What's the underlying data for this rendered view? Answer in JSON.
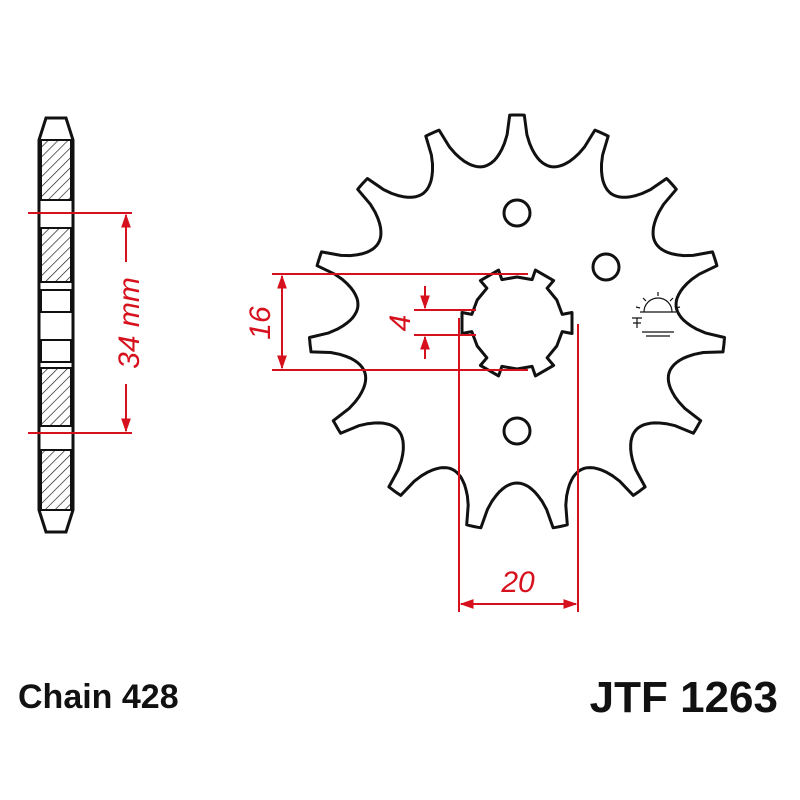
{
  "colors": {
    "outline": "#111111",
    "dimension": "#d6101c",
    "background": "#ffffff"
  },
  "dimensions": {
    "chain_pitch": "34 mm",
    "spline_outer": "16",
    "spline_inner": "4",
    "hub_width": "20"
  },
  "footer": {
    "chain": "Chain 428",
    "part_number": "JTF 1263"
  },
  "symbols": [
    "sprocket-logo-icon"
  ]
}
